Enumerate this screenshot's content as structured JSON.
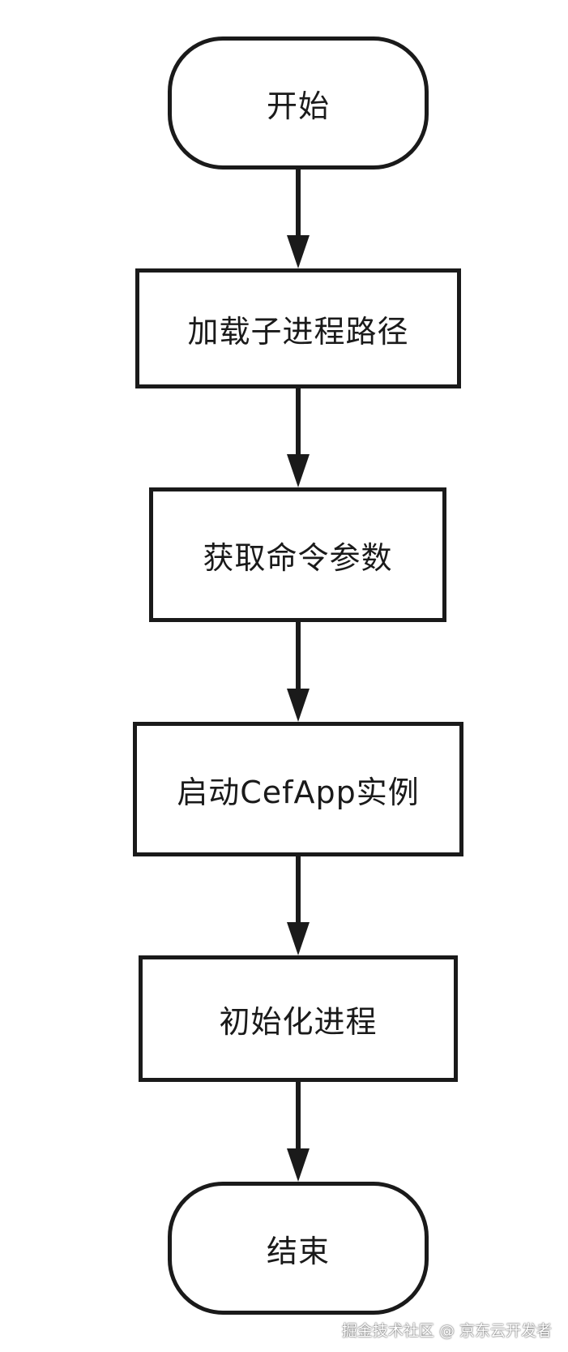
{
  "flowchart": {
    "nodes": [
      {
        "id": "start",
        "label": "开始",
        "shape": "terminal"
      },
      {
        "id": "load",
        "label": "加载子进程路径",
        "shape": "process"
      },
      {
        "id": "args",
        "label": "获取命令参数",
        "shape": "process"
      },
      {
        "id": "cefapp",
        "label": "启动CefApp实例",
        "shape": "process"
      },
      {
        "id": "init",
        "label": "初始化进程",
        "shape": "process"
      },
      {
        "id": "end",
        "label": "结束",
        "shape": "terminal"
      }
    ],
    "edges": [
      {
        "from": "start",
        "to": "load"
      },
      {
        "from": "load",
        "to": "args"
      },
      {
        "from": "args",
        "to": "cefapp"
      },
      {
        "from": "cefapp",
        "to": "init"
      },
      {
        "from": "init",
        "to": "end"
      }
    ]
  },
  "watermark": "掘金技术社区 @ 京东云开发者",
  "colors": {
    "stroke": "#1a1a1a",
    "background": "#ffffff"
  }
}
